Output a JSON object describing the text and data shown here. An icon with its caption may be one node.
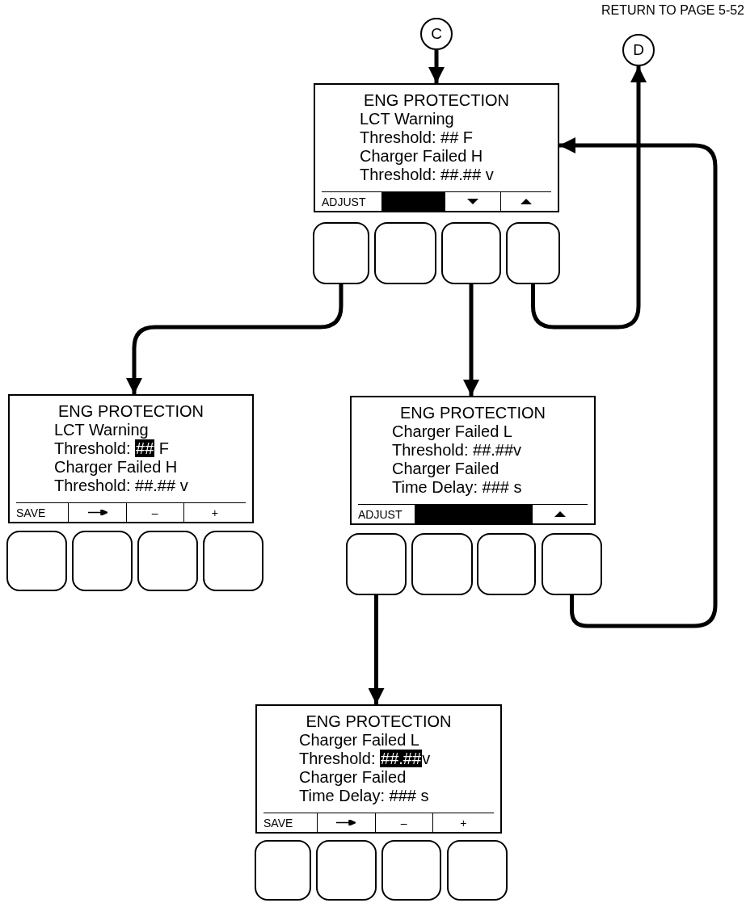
{
  "diagram": {
    "nodes": [
      {
        "text": [
          "C"
        ]
      },
      {
        "text": [
          "D"
        ]
      },
      {
        "text": [
          "ENG PROTECTION",
          "LCT Warning",
          "Threshold: ## F",
          "Charger Failed H",
          "Threshold: ##.## v",
          "ADJUST"
        ]
      },
      {
        "text": [],
        "shape": "box"
      },
      {
        "text": [],
        "shape": "box"
      },
      {
        "text": [],
        "shape": "box"
      },
      {
        "text": [],
        "shape": "box"
      },
      {
        "text": [
          "ENG PROTECTION",
          "LCT Warning",
          "Threshold: **##** F",
          "Charger Failed H",
          "Threshold: ##.## v",
          "SAVE",
          "–",
          "+"
        ]
      },
      {
        "text": [],
        "shape": "box"
      },
      {
        "text": [],
        "shape": "box"
      },
      {
        "text": [],
        "shape": "box"
      },
      {
        "text": [],
        "shape": "box"
      },
      {
        "text": [
          "ENG PROTECTION",
          "Charger Failed L",
          "Threshold: ##.##v",
          "Charger Failed",
          "Time Delay: ### s",
          "ADJUST"
        ]
      },
      {
        "text": [],
        "shape": "box"
      },
      {
        "text": [],
        "shape": "box"
      },
      {
        "text": [],
        "shape": "box"
      },
      {
        "text": [],
        "shape": "box"
      },
      {
        "text": [
          "ENG PROTECTION",
          "Charger Failed L",
          "Threshold: **##.##**v",
          "Charger Failed",
          "Time Delay: ### s",
          "SAVE",
          "–",
          "+"
        ]
      },
      {
        "text": [],
        "shape": "box"
      },
      {
        "text": [],
        "shape": "box"
      },
      {
        "text": [],
        "shape": "box"
      },
      {
        "text": [],
        "shape": "box"
      }
    ],
    "edges": [
      {
        "from": 0,
        "to": 2,
        "arrow": "to"
      },
      {
        "from": 6,
        "to": 1,
        "arrow": "to"
      },
      {
        "from": 3,
        "to": 7,
        "arrow": "to"
      },
      {
        "from": 5,
        "to": 12,
        "arrow": "to"
      },
      {
        "from": 16,
        "to": 2,
        "arrow": "to"
      },
      {
        "from": 13,
        "to": 17,
        "arrow": "to"
      }
    ],
    "labels": [
      "RETURN TO PAGE 5-52"
    ]
  }
}
